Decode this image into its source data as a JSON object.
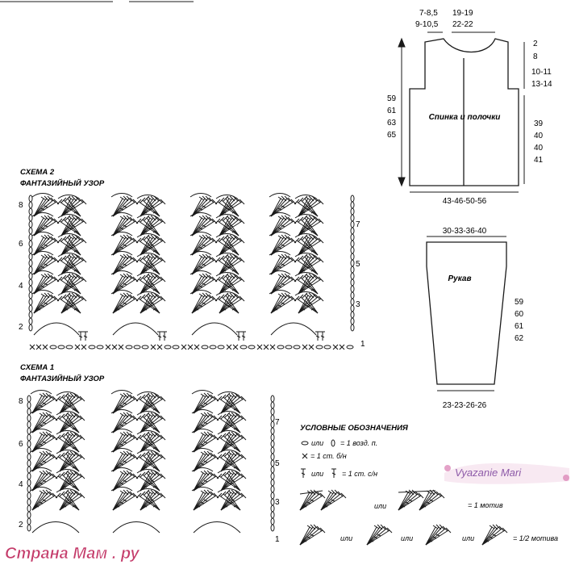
{
  "colors": {
    "ink": "#1a1a1a",
    "watermark": "#c43b6a",
    "logo_pink": "#d97ab0",
    "logo_text": "#8d5aa8"
  },
  "body_panel": {
    "label": "Спинка и полочки",
    "top_left": [
      "7-8,5",
      "9-10,5"
    ],
    "top_mid": [
      "19-19",
      "22-22"
    ],
    "right_top": [
      "2",
      "8"
    ],
    "right_mid": [
      "10-11",
      "13-14"
    ],
    "right_low": [
      "39",
      "40",
      "40",
      "41"
    ],
    "left": [
      "59",
      "61",
      "63",
      "65"
    ],
    "bottom": "43-46-50-56"
  },
  "sleeve": {
    "label": "Рукав",
    "top": "30-33-36-40",
    "right": [
      "59",
      "60",
      "61",
      "62"
    ],
    "bottom": "23-23-26-26"
  },
  "scheme2": {
    "title": "СХЕМА 2",
    "subtitle": "ФАНТАЗИЙНЫЙ УЗОР",
    "left_rows": [
      "8",
      "6",
      "4",
      "2"
    ],
    "right_rows": [
      "7",
      "5",
      "3",
      "1"
    ]
  },
  "scheme1": {
    "title": "СХЕМА 1",
    "subtitle": "ФАНТАЗИЙНЫЙ УЗОР",
    "left_rows": [
      "8",
      "6",
      "4",
      "2"
    ],
    "right_rows": [
      "7",
      "5",
      "3",
      "1"
    ]
  },
  "legend": {
    "title": "УСЛОВНЫЕ ОБОЗНАЧЕНИЯ",
    "ili": "или",
    "chain": "= 1 возд. п.",
    "sc": "= 1 ст. б/н",
    "dc": "= 1 ст. с/н",
    "motif": "= 1 мотив",
    "half_motif": "= 1/2 мотива"
  },
  "logo": "Vyazanie Mari",
  "watermark": "Страна Мам . ру"
}
